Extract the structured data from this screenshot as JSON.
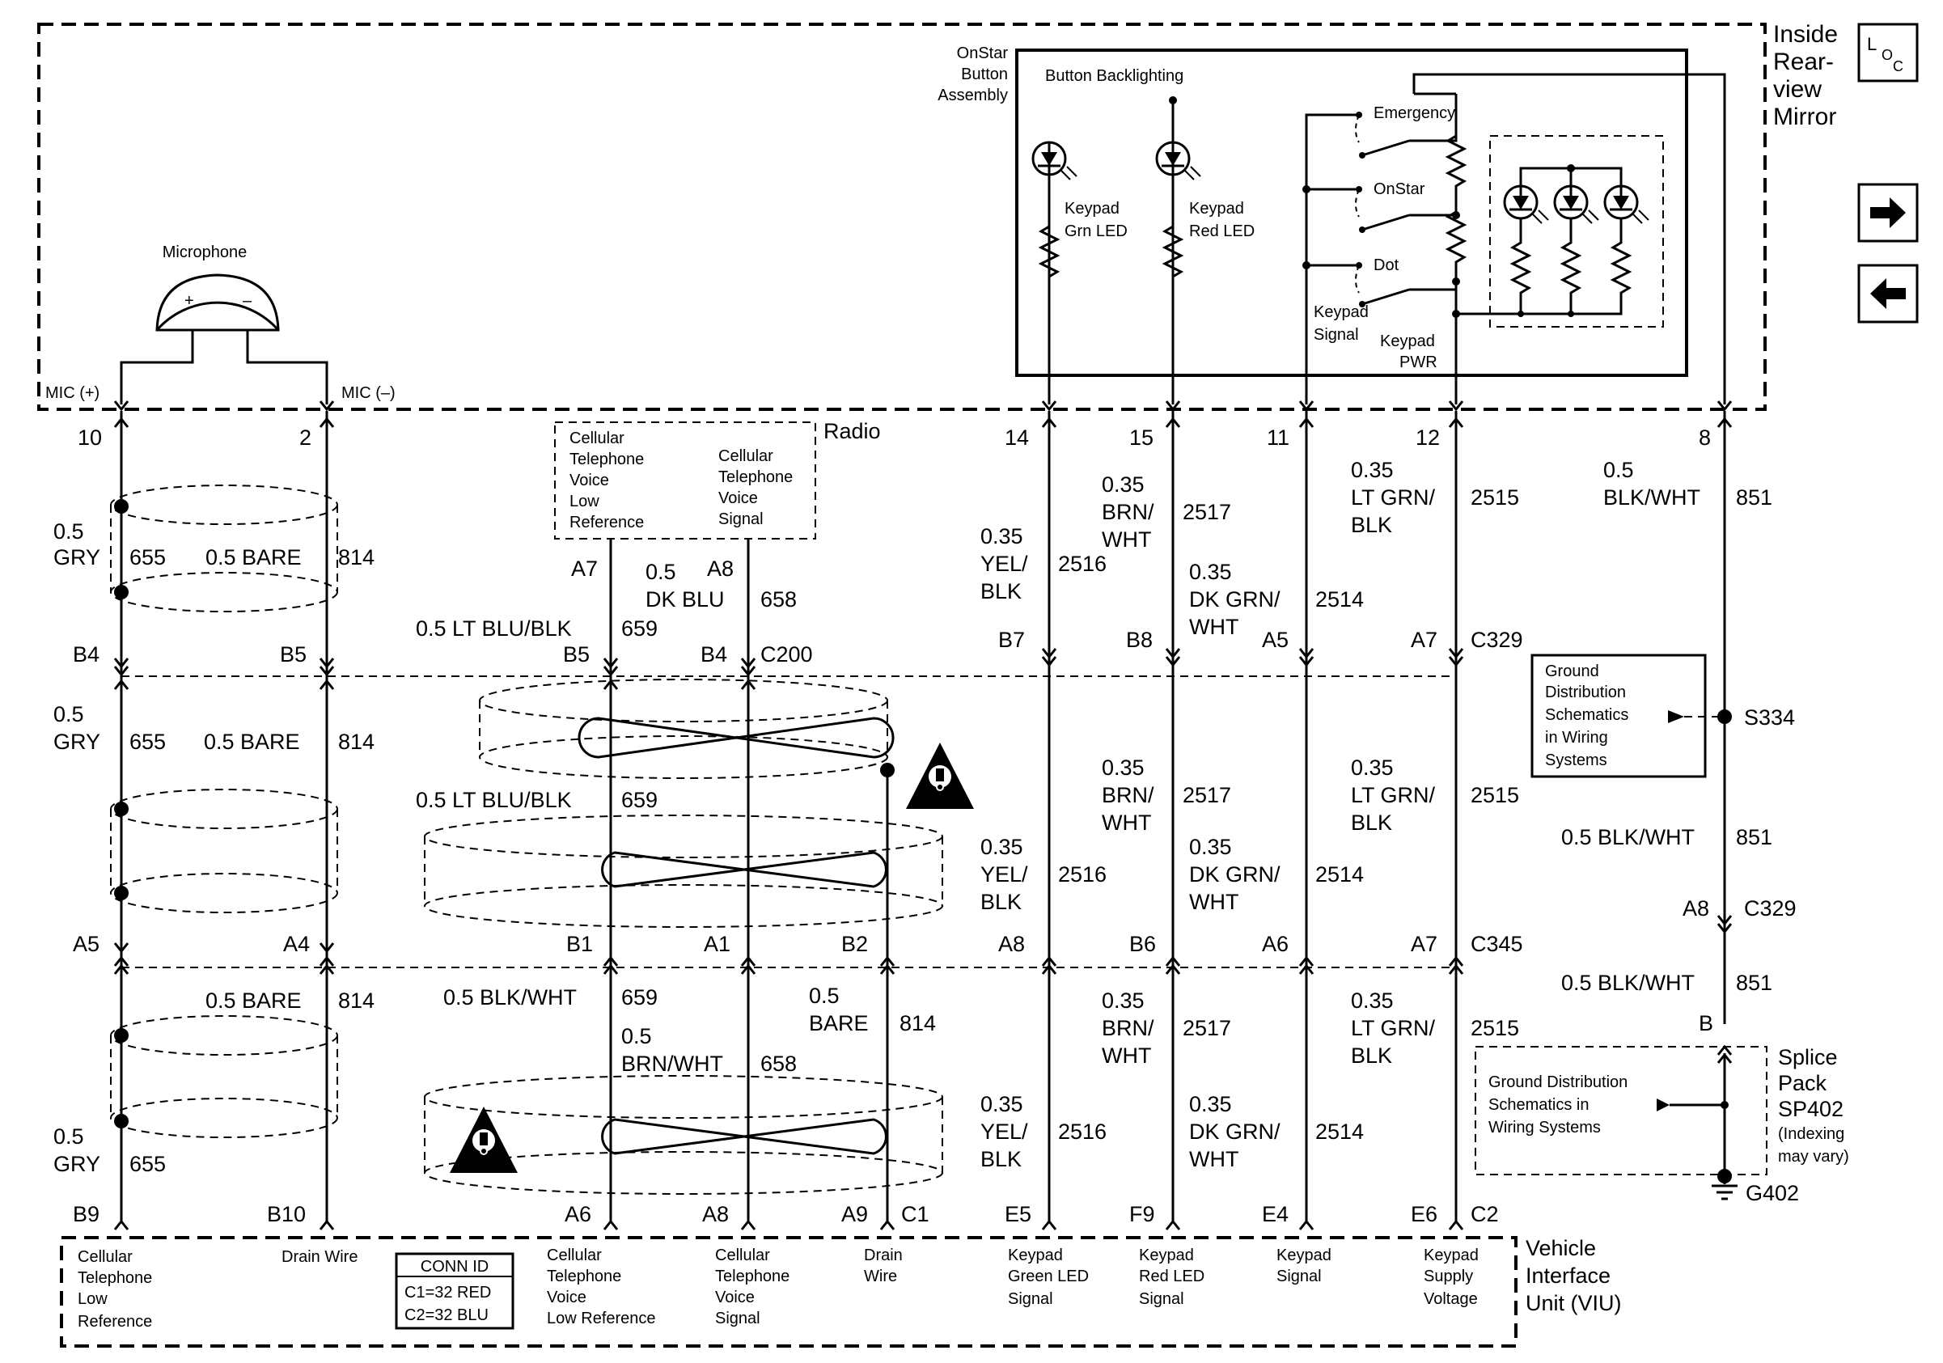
{
  "components": {
    "mirror": {
      "line1": "Inside",
      "line2": "Rear-",
      "line3": "view",
      "line4": "Mirror"
    },
    "onstar_assembly": {
      "line1": "OnStar",
      "line2": "Button",
      "line3": "Assembly"
    },
    "button_backlighting": "Button Backlighting",
    "switches": {
      "emergency": "Emergency",
      "onstar": "OnStar",
      "dot": "Dot"
    },
    "keypad_grn_led": {
      "line1": "Keypad",
      "line2": "Grn LED"
    },
    "keypad_red_led": {
      "line1": "Keypad",
      "line2": "Red LED"
    },
    "keypad_signal": {
      "line1": "Keypad",
      "line2": "Signal"
    },
    "keypad_pwr": {
      "line1": "Keypad",
      "line2": "PWR"
    },
    "microphone": "Microphone",
    "mic_plus": "MIC (+)",
    "mic_minus": "MIC (–)",
    "mic_pos_sign": "+",
    "mic_neg_sign": "–",
    "radio": "Radio",
    "radio_left": {
      "line1": "Cellular",
      "line2": "Telephone",
      "line3": "Voice",
      "line4": "Low",
      "line5": "Reference"
    },
    "radio_right": {
      "line1": "Cellular",
      "line2": "Telephone",
      "line3": "Voice",
      "line4": "Signal"
    },
    "gd_box": {
      "line1": "Ground",
      "line2": "Distribution",
      "line3": "Schematics",
      "line4": "in Wiring",
      "line5": "Systems"
    },
    "splice": {
      "line1": "Splice",
      "line2": "Pack",
      "line3": "SP402",
      "line4": "(Indexing",
      "line5": "may vary)"
    },
    "splice_inner": {
      "line1": "Ground Distribution",
      "line2": "Schematics in",
      "line3": "Wiring Systems"
    },
    "s334": "S334",
    "g402": "G402",
    "viu": {
      "line1": "Vehicle",
      "line2": "Interface",
      "line3": "Unit (VIU)"
    },
    "viu_labels": {
      "ctlr": {
        "line1": "Cellular",
        "line2": "Telephone",
        "line3": "Low",
        "line4": "Reference"
      },
      "drain1": "Drain Wire",
      "cvlr": {
        "line1": "Cellular",
        "line2": "Telephone",
        "line3": "Voice",
        "line4": "Low Reference"
      },
      "cvs": {
        "line1": "Cellular",
        "line2": "Telephone",
        "line3": "Voice",
        "line4": "Signal"
      },
      "drain2": {
        "line1": "Drain",
        "line2": "Wire"
      },
      "kgls": {
        "line1": "Keypad",
        "line2": "Green LED",
        "line3": "Signal"
      },
      "krls": {
        "line1": "Keypad",
        "line2": "Red LED",
        "line3": "Signal"
      },
      "ks": {
        "line1": "Keypad",
        "line2": "Signal"
      },
      "ksv": {
        "line1": "Keypad",
        "line2": "Supply",
        "line3": "Voltage"
      }
    },
    "conn_id": {
      "title": "CONN ID",
      "c1": "C1=32 RED",
      "c2": "C2=32 BLU"
    }
  },
  "pins": {
    "top": {
      "p10": "10",
      "p2": "2",
      "p14": "14",
      "p15": "15",
      "p11": "11",
      "p12": "12",
      "p8": "8"
    },
    "radio": {
      "a7": "A7",
      "a8": "A8"
    },
    "c200": {
      "b4l": "B4",
      "b5l": "B5",
      "b5": "B5",
      "b4": "B4",
      "name": "C200"
    },
    "c329": {
      "b7": "B7",
      "b8": "B8",
      "a5": "A5",
      "a7": "A7",
      "name": "C329",
      "a8": "A8",
      "name2": "C329"
    },
    "c345": {
      "a5": "A5",
      "a4": "A4",
      "b1": "B1",
      "a1": "A1",
      "b2": "B2",
      "a8": "A8",
      "b6": "B6",
      "a6": "A6",
      "a7": "A7",
      "name": "C345"
    },
    "viu": {
      "b9": "B9",
      "b10": "B10",
      "a6": "A6",
      "a8": "A8",
      "a9": "A9",
      "c1": "C1",
      "e5": "E5",
      "f9": "F9",
      "e4": "E4",
      "e6": "E6",
      "c2": "C2"
    },
    "splice_b": "B"
  },
  "wires": {
    "gry_size": "0.5",
    "gry": "GRY",
    "c655": "655",
    "bare": "0.5 BARE",
    "c814": "814",
    "ltblu": "0.5 LT BLU/BLK",
    "c659": "659",
    "dkblu_size": "0.5",
    "dkblu": "DK BLU",
    "c658": "658",
    "blkwht_659": "0.5 BLK/WHT",
    "brnwht658_size": "0.5",
    "brnwht658": "BRN/WHT",
    "bare_b_size": "0.5",
    "bare_b": "BARE",
    "yel_size": "0.35",
    "yel1": "YEL/",
    "yel2": "BLK",
    "c2516": "2516",
    "brn_size": "0.35",
    "brn1": "BRN/",
    "brn2": "WHT",
    "c2517": "2517",
    "dkgrn_size": "0.35",
    "dkgrn1": "DK GRN/",
    "dkgrn2": "WHT",
    "c2514": "2514",
    "ltgrn_size": "0.35",
    "ltgrn1": "LT GRN/",
    "ltgrn2": "BLK",
    "c2515": "2515",
    "blkwht_size": "0.5",
    "blkwht": "BLK/WHT",
    "c851": "851",
    "blkwht_full": "0.5 BLK/WHT"
  },
  "icons": [
    "location-icon",
    "arrow-right-icon",
    "arrow-left-icon",
    "caution-icon",
    "led-icon",
    "resistor-icon",
    "ground-icon"
  ]
}
